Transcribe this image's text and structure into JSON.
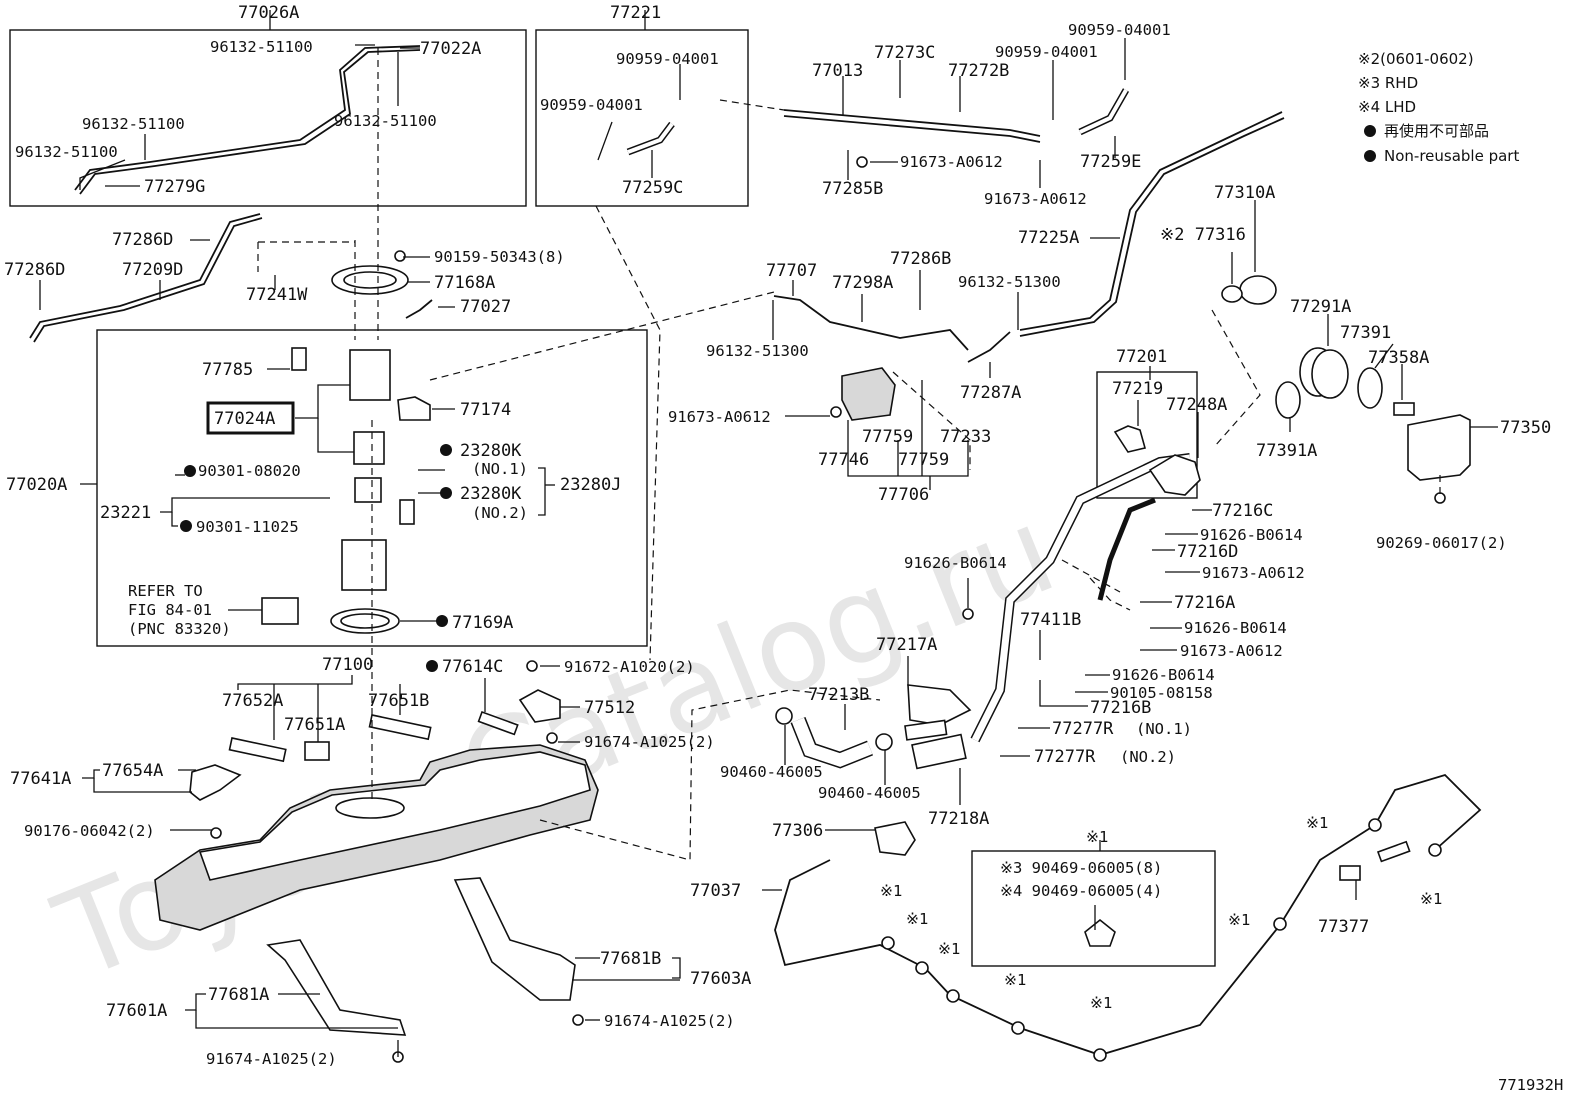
{
  "watermark": "Toyota-Catalog.ru",
  "legend": {
    "line1": "※2(0601-0602)",
    "line2": "※3 RHD",
    "line3": "※4 LHD",
    "line4": "再使用不可部品",
    "line5": "Non-reusable part"
  },
  "figure_code": "771932H",
  "highlighted_part": "77024A",
  "refer_note": {
    "line1": "REFER TO",
    "line2": "FIG 84-01",
    "line3": "(PNC 83320)"
  },
  "clip_box": {
    "title": "※1",
    "line1": "※3 90469-06005(8)",
    "line2": "※4 90469-06005(4)"
  },
  "labels": {
    "l77026A": "77026A",
    "l96132_51100a": "96132-51100",
    "l77022A": "77022A",
    "l96132_51100b": "96132-51100",
    "l96132_51100c": "96132-51100",
    "l96132_51100d": "96132-51100",
    "l77279G": "77279G",
    "l77221": "77221",
    "l90959_04001a": "90959-04001",
    "l90959_04001b": "90959-04001",
    "l77259C": "77259C",
    "l77013": "77013",
    "l77273C": "77273C",
    "l77272B": "77272B",
    "l90959_04001c": "90959-04001",
    "l90959_04001d": "90959-04001",
    "l91673_A0612a": "91673-A0612",
    "l77285B": "77285B",
    "l91673_A0612b": "91673-A0612",
    "l77259E": "77259E",
    "l77286Da": "77286D",
    "l77286Db": "77286D",
    "l77209D": "77209D",
    "l77241W": "77241W",
    "l90159_50343": "90159-50343(8)",
    "l77168A": "77168A",
    "l77027": "77027",
    "l77785": "77785",
    "l77024A": "77024A",
    "l77174": "77174",
    "l77020A": "77020A",
    "l90301_08020": "90301-08020",
    "l23280K1": "23280K",
    "l_no1": "(NO.1)",
    "l23280J": "23280J",
    "l23221": "23221",
    "l23280K2": "23280K",
    "l_no2": "(NO.2)",
    "l90301_11025": "90301-11025",
    "l77169A": "77169A",
    "l77707": "77707",
    "l77298A": "77298A",
    "l77286B": "77286B",
    "l96132_51300a": "96132-51300",
    "l96132_51300b": "96132-51300",
    "l77287A": "77287A",
    "l91673_A0612c": "91673-A0612",
    "l77759a": "77759",
    "l77233": "77233",
    "l77746": "77746",
    "l77759b": "77759",
    "l77706": "77706",
    "l77225A": "77225A",
    "l77310A": "77310A",
    "l77316": "※2 77316",
    "l77291A": "77291A",
    "l77391": "77391",
    "l77358A": "77358A",
    "l77201": "77201",
    "l77219": "77219",
    "l77248A": "77248A",
    "l77391A": "77391A",
    "l77350": "77350",
    "l77216C": "77216C",
    "l91626_B0614a": "91626-B0614",
    "l77216D": "77216D",
    "l91673_A0612d": "91673-A0612",
    "l90269_06017": "90269-06017(2)",
    "l91626_B0614b": "91626-B0614",
    "l77216A": "77216A",
    "l91626_B0614c": "91626-B0614",
    "l91673_A0612e": "91673-A0612",
    "l77411B": "77411B",
    "l91626_B0614d": "91626-B0614",
    "l90105_08158": "90105-08158",
    "l77216B": "77216B",
    "l77217A": "77217A",
    "l77213B": "77213B",
    "l77277R1": "77277R",
    "l77277R1n": "(NO.1)",
    "l77277R2": "77277R",
    "l77277R2n": "(NO.2)",
    "l90460_46005a": "90460-46005",
    "l90460_46005b": "90460-46005",
    "l77218A": "77218A",
    "l77100": "77100",
    "l77614C": "77614C",
    "l91672_A1020": "91672-A1020(2)",
    "l77652A": "77652A",
    "l77651A": "77651A",
    "l77651B": "77651B",
    "l77512": "77512",
    "l91674_A1025a": "91674-A1025(2)",
    "l77641A": "77641A",
    "l77654A": "77654A",
    "l90176_06042": "90176-06042(2)",
    "l77306": "77306",
    "l77037": "77037",
    "l77377": "77377",
    "l77681B": "77681B",
    "l77603A": "77603A",
    "l77601A": "77601A",
    "l77681A": "77681A",
    "l91674_A1025b": "91674-A1025(2)",
    "l91674_A1025c": "91674-A1025(2)",
    "m1": "※1",
    "m2": "※1",
    "m3": "※1",
    "m4": "※1",
    "m5": "※1",
    "m6": "※1",
    "m7": "※1",
    "m8": "※1"
  }
}
